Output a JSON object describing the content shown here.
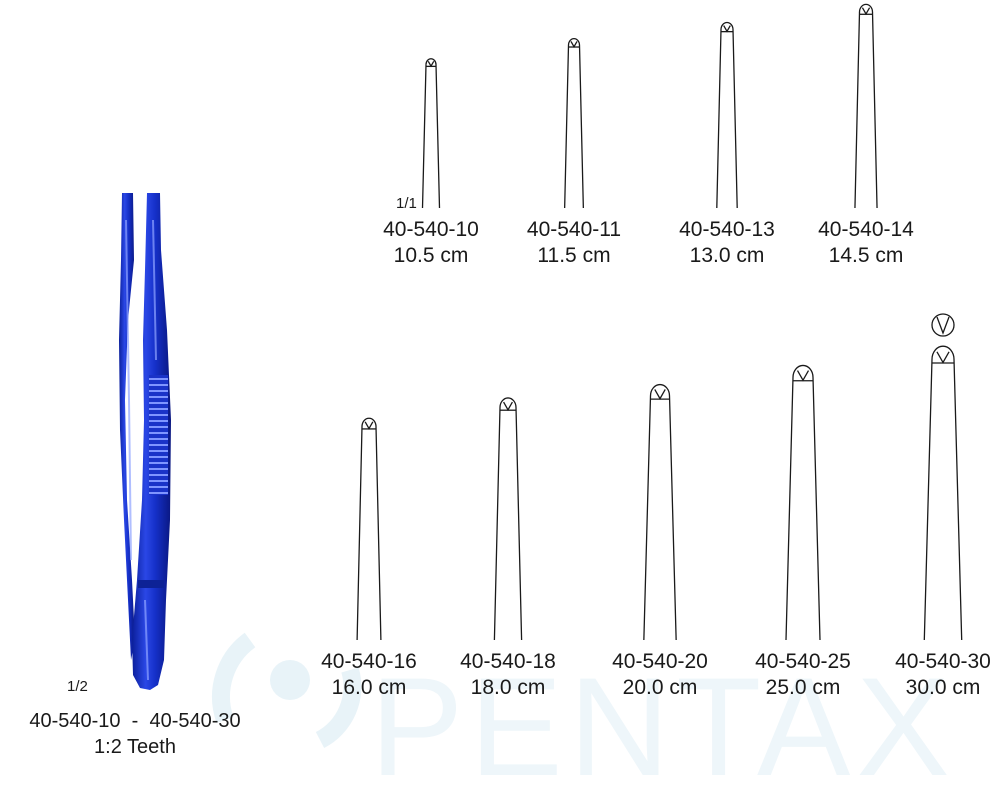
{
  "watermark": {
    "text": "PENTAX"
  },
  "instrument": {
    "scale_label": "1/2",
    "range_label": "40-540-10  -  40-540-30",
    "teeth_label": "1:2 Teeth",
    "color": "#1a2fd0"
  },
  "tip_scale_label": "1/1",
  "tips": [
    {
      "code": "40-540-10",
      "length": "10.5 cm"
    },
    {
      "code": "40-540-11",
      "length": "11.5 cm"
    },
    {
      "code": "40-540-13",
      "length": "13.0 cm"
    },
    {
      "code": "40-540-14",
      "length": "14.5 cm"
    },
    {
      "code": "40-540-16",
      "length": "16.0 cm"
    },
    {
      "code": "40-540-18",
      "length": "18.0 cm"
    },
    {
      "code": "40-540-20",
      "length": "20.0 cm"
    },
    {
      "code": "40-540-25",
      "length": "25.0 cm"
    },
    {
      "code": "40-540-30",
      "length": "30.0 cm"
    }
  ]
}
